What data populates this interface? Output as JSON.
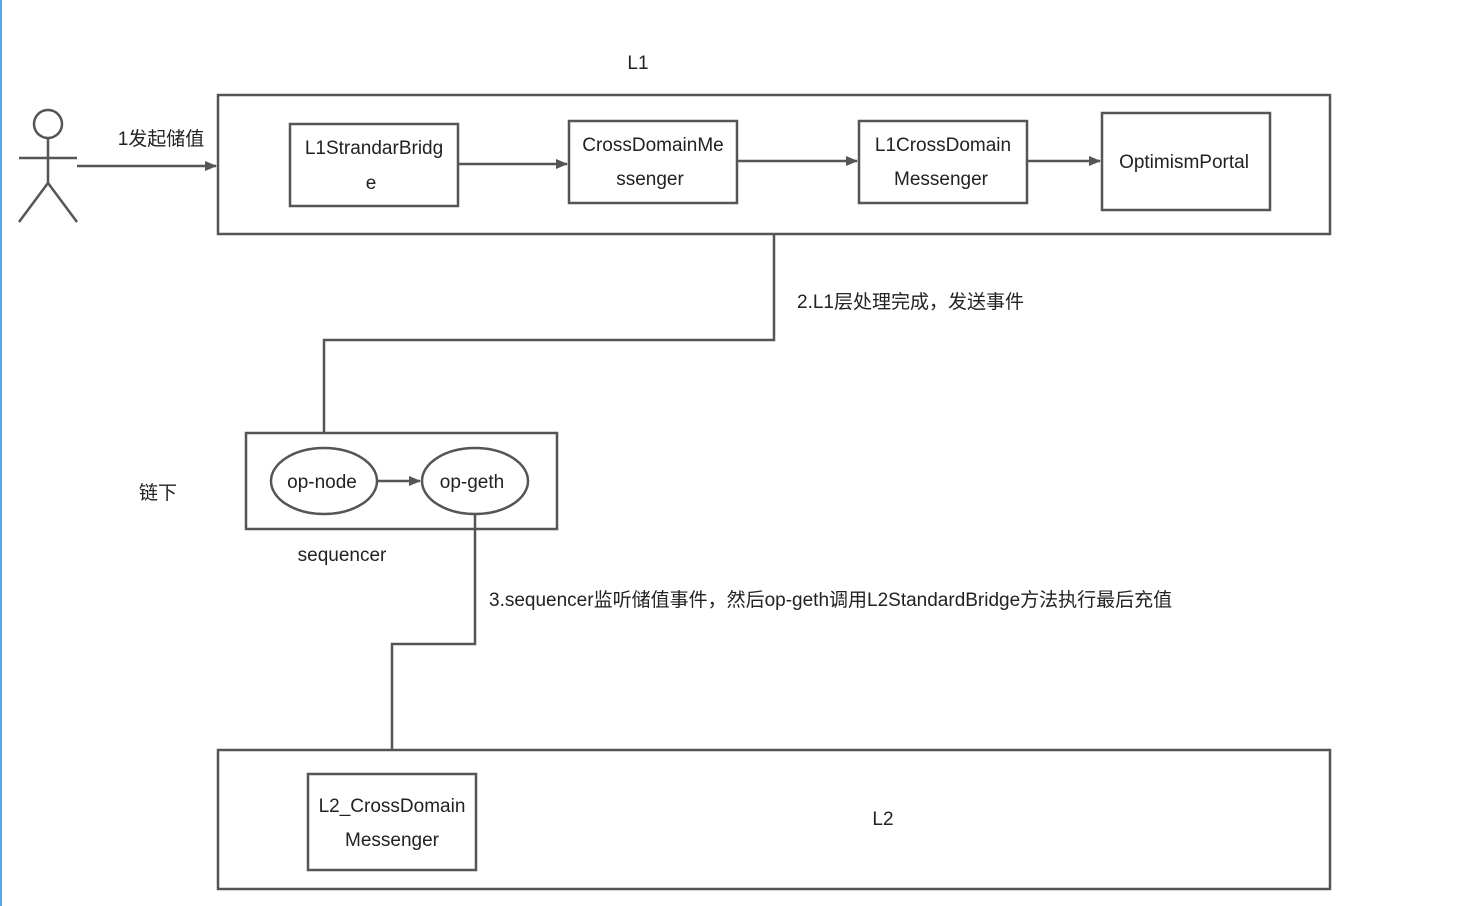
{
  "labels": {
    "l1_title": "L1",
    "l2_title": "L2",
    "offchain": "链下",
    "sequencer": "sequencer"
  },
  "nodes": {
    "l1_standard_bridge": [
      "L1StrandarBridg",
      "e"
    ],
    "cross_domain_messenger": [
      "CrossDomainMe",
      "ssenger"
    ],
    "l1_cross_domain_messenger": [
      "L1CrossDomain",
      "Messenger"
    ],
    "optimism_portal": [
      "OptimismPortal"
    ],
    "op_node": "op-node",
    "op_geth": "op-geth",
    "l2_cross_domain_messenger": [
      "L2_CrossDomain",
      "Messenger"
    ]
  },
  "edges": {
    "deposit": "1发起储值",
    "l1_done": "2.L1层处理完成，发送事件",
    "sequencer_listen": "3.sequencer监听储值事件，然后op-geth调用L2StandardBridge方法执行最后充值"
  },
  "colors": {
    "stroke": "#555555",
    "text": "#222222",
    "left_rule": "#5aa7e6"
  }
}
